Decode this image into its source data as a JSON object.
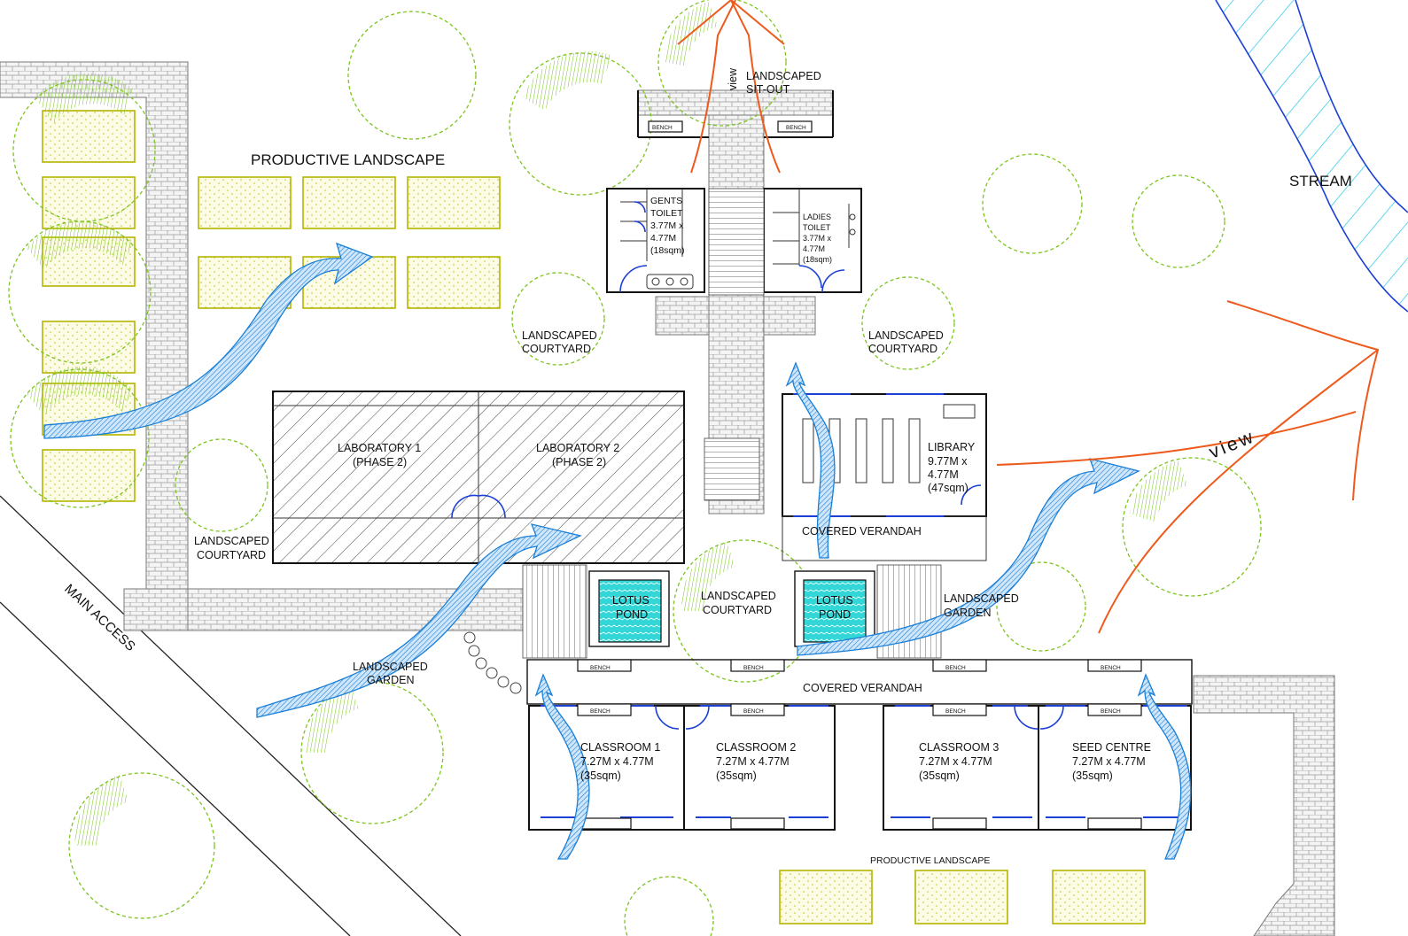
{
  "labels": {
    "productive_landscape_top": "PRODUCTIVE LANDSCAPE",
    "productive_landscape_bottom": "PRODUCTIVE LANDSCAPE",
    "landscaped_sitout": [
      "LANDSCAPED",
      "SIT-OUT"
    ],
    "view_top": "view",
    "view_right": "view",
    "stream": "STREAM",
    "gents_toilet": [
      "GENTS",
      "TOILET",
      "3.77M x",
      "4.77M",
      "(18sqm)"
    ],
    "ladies_toilet": [
      "LADIES",
      "TOILET",
      "3.77M x",
      "4.77M",
      "(18sqm)"
    ],
    "courtyard_left": [
      "LANDSCAPED",
      "COURTYARD"
    ],
    "courtyard_right": [
      "LANDSCAPED",
      "COURTYARD"
    ],
    "courtyard_west": [
      "LANDSCAPED",
      "COURTYARD"
    ],
    "courtyard_center": [
      "LANDSCAPED",
      "COURTYARD"
    ],
    "laboratory_1": [
      "LABORATORY 1",
      "(PHASE 2)"
    ],
    "laboratory_2": [
      "LABORATORY 2",
      "(PHASE 2)"
    ],
    "library": [
      "LIBRARY",
      "9.77M x",
      "4.77M",
      "(47sqm)"
    ],
    "covered_verandah_upper": "COVERED VERANDAH",
    "covered_verandah_lower": "COVERED VERANDAH",
    "lotus_pond_left": [
      "LOTUS",
      "POND"
    ],
    "lotus_pond_right": [
      "LOTUS",
      "POND"
    ],
    "landscaped_garden_right": [
      "LANDSCAPED",
      "GARDEN"
    ],
    "landscaped_garden_left": [
      "LANDSCAPED",
      "GARDEN"
    ],
    "main_access": "MAIN ACCESS",
    "bench": "BENCH",
    "classrooms": [
      {
        "name": "CLASSROOM 1",
        "size": "7.27M x 4.77M",
        "area": "(35sqm)"
      },
      {
        "name": "CLASSROOM 2",
        "size": "7.27M x 4.77M",
        "area": "(35sqm)"
      },
      {
        "name": "CLASSROOM 3",
        "size": "7.27M x 4.77M",
        "area": "(35sqm)"
      },
      {
        "name": "SEED CENTRE",
        "size": "7.27M x 4.77M",
        "area": "(35sqm)"
      }
    ]
  },
  "colors": {
    "vegetation": "#7cc41f",
    "wind_arrow": "#1a7fd6",
    "view_line": "#ee5a1b",
    "pond": "#33d6d6",
    "stream_hatch": "#1ec8e6",
    "bed_dots": "#b5b500",
    "glazing": "#1c3fd6"
  }
}
